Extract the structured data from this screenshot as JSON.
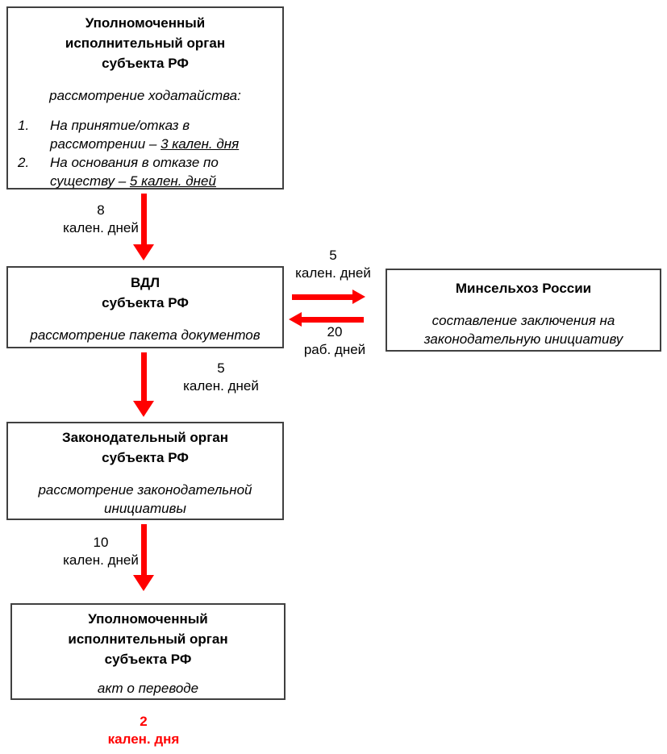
{
  "colors": {
    "arrow_red": "#ff0000",
    "box_border": "#404040",
    "text": "#000000"
  },
  "nodes": {
    "top": {
      "title_lines": [
        "Уполномоченный",
        "исполнительный орган",
        "субъекта РФ"
      ],
      "subtitle": "рассмотрение ходатайства:",
      "list": [
        {
          "num": "1.",
          "text": "На принятие/отказ в рассмотрении – ",
          "underlined": "3 кален. дня"
        },
        {
          "num": "2.",
          "text": "На основания в отказе по существу – ",
          "underlined": "5 кален. дней"
        }
      ]
    },
    "vdl": {
      "title_lines": [
        "ВДЛ",
        "субъекта РФ"
      ],
      "subtitle": "рассмотрение пакета документов"
    },
    "minselhoz": {
      "title": "Минсельхоз России",
      "subtitle": "составление заключения на законодательную инициативу"
    },
    "legislative": {
      "title_lines": [
        "Законодательный орган",
        "субъекта РФ"
      ],
      "subtitle": "рассмотрение законодательной инициативы"
    },
    "bottom": {
      "title_lines": [
        "Уполномоченный",
        "исполнительный орган",
        "субъекта РФ"
      ],
      "subtitle": "акт о переводе"
    }
  },
  "labels": {
    "top_to_vdl": {
      "value": "8",
      "unit": "кален. дней"
    },
    "vdl_to_min": {
      "value": "5",
      "unit": "кален. дней"
    },
    "min_to_vdl": {
      "value": "20",
      "unit": "раб. дней"
    },
    "vdl_to_leg": {
      "value": "5",
      "unit": "кален. дней"
    },
    "leg_to_bottom": {
      "value": "10",
      "unit": "кален. дней"
    },
    "final": {
      "value": "2",
      "unit": "кален. дня"
    }
  }
}
